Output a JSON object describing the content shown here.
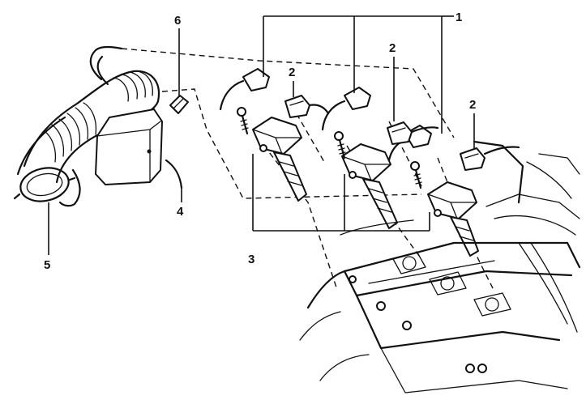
{
  "callouts": {
    "c1": "1",
    "c2a": "2",
    "c2b": "2",
    "c2c": "2",
    "c3": "3",
    "c4": "4",
    "c5": "5",
    "c6": "6"
  }
}
